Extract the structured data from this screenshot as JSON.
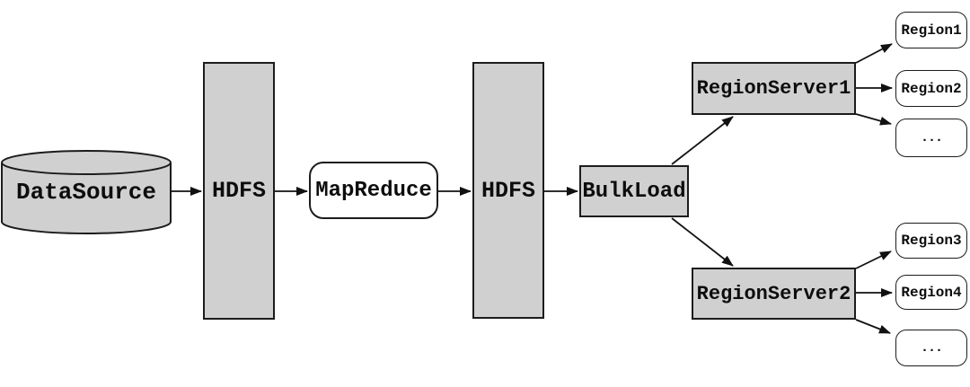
{
  "diagram": {
    "title": "",
    "colors": {
      "node_fill": "#d0d0d0",
      "node_border": "#1c1c1c",
      "rounded_fill": "#ffffff",
      "arrow": "#111111",
      "background": "#ffffff",
      "text": "#0d0d0d"
    },
    "nodes": {
      "datasource": {
        "label": "DataSource",
        "shape": "cylinder"
      },
      "hdfs1": {
        "label": "HDFS",
        "shape": "rect"
      },
      "mapreduce": {
        "label": "MapReduce",
        "shape": "rounded"
      },
      "hdfs2": {
        "label": "HDFS",
        "shape": "rect"
      },
      "bulkload": {
        "label": "BulkLoad",
        "shape": "rect"
      },
      "regionserver1": {
        "label": "RegionServer1",
        "shape": "rect"
      },
      "regionserver2": {
        "label": "RegionServer2",
        "shape": "rect"
      },
      "region1": {
        "label": "Region1",
        "shape": "rounded-small"
      },
      "region2": {
        "label": "Region2",
        "shape": "rounded-small"
      },
      "ellipsis1": {
        "label": "...",
        "shape": "rounded-small"
      },
      "region3": {
        "label": "Region3",
        "shape": "rounded-small"
      },
      "region4": {
        "label": "Region4",
        "shape": "rounded-small"
      },
      "ellipsis2": {
        "label": "...",
        "shape": "rounded-small"
      }
    },
    "edges": [
      {
        "from": "DataSource",
        "to": "HDFS"
      },
      {
        "from": "HDFS",
        "to": "MapReduce"
      },
      {
        "from": "MapReduce",
        "to": "HDFS"
      },
      {
        "from": "HDFS",
        "to": "BulkLoad"
      },
      {
        "from": "BulkLoad",
        "to": "RegionServer1"
      },
      {
        "from": "BulkLoad",
        "to": "RegionServer2"
      },
      {
        "from": "RegionServer1",
        "to": "Region1"
      },
      {
        "from": "RegionServer1",
        "to": "Region2"
      },
      {
        "from": "RegionServer1",
        "to": "..."
      },
      {
        "from": "RegionServer2",
        "to": "Region3"
      },
      {
        "from": "RegionServer2",
        "to": "Region4"
      },
      {
        "from": "RegionServer2",
        "to": "..."
      }
    ]
  }
}
